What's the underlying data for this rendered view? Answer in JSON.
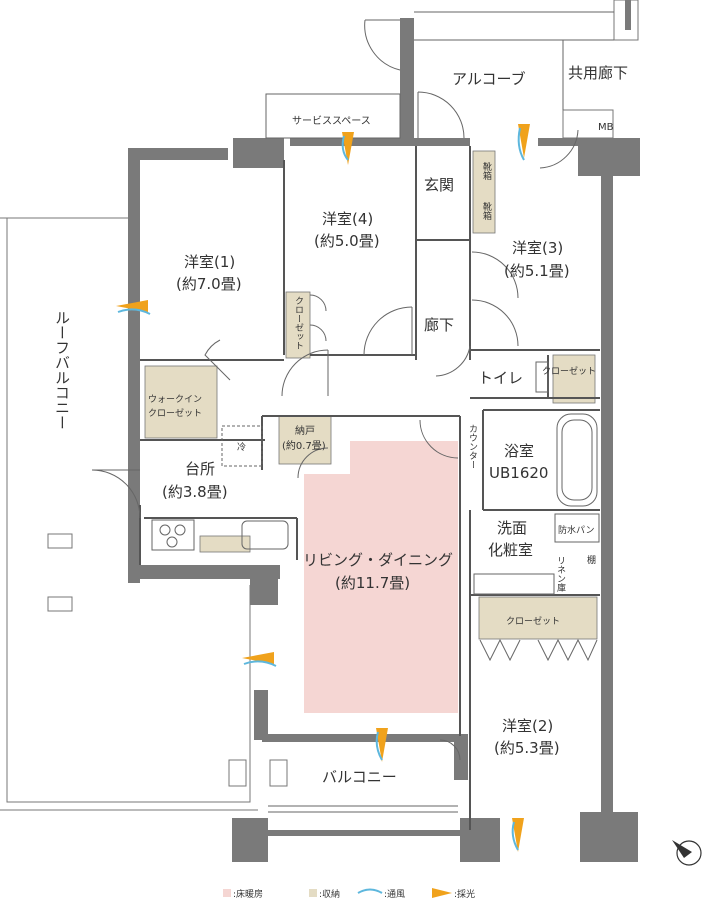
{
  "rooms": {
    "alcove": "アルコーブ",
    "common_corridor": "共用廊下",
    "mb": "MB",
    "service_space": "サービススペース",
    "entrance": "玄関",
    "shoe_box_1": "靴箱",
    "shoe_box_2": "靴箱",
    "western1_name": "洋室(1)",
    "western1_size": "(約7.0畳)",
    "western4_name": "洋室(4)",
    "western4_size": "(約5.0畳)",
    "western3_name": "洋室(3)",
    "western3_size": "(約5.1畳)",
    "western2_name": "洋室(2)",
    "western2_size": "(約5.3畳)",
    "closet_w4": "クローゼット",
    "hallway": "廊下",
    "toilet": "トイレ",
    "closet_toilet": "クローゼット",
    "walkin_line1": "ウォークイン",
    "walkin_line2": "クローゼット",
    "fridge": "冷",
    "storage_name": "納戸",
    "storage_size": "(約0.7畳)",
    "kitchen_name": "台所",
    "kitchen_size": "(約3.8畳)",
    "counter": "カウンター",
    "bath_name": "浴室",
    "bath_size": "UB1620",
    "washroom_line1": "洗面",
    "washroom_line2": "化粧室",
    "waterproof_pan": "防水パン",
    "linen": "リネン庫",
    "shelf": "棚",
    "closet_w2": "クローゼット",
    "living_name": "リビング・ダイニング",
    "living_size": "(約11.7畳)",
    "balcony": "バルコニー",
    "roof_balcony": "ルーフバルコニー"
  },
  "legend": {
    "floor_heating": ":床暖房",
    "storage": ":収納",
    "ventilation": ":通風",
    "daylight": ":採光"
  },
  "colors": {
    "wall": "#7a7a7a",
    "floor_heating": "#f5d6d3",
    "storage": "#e4dcc4",
    "ventilation": "#5db7dd",
    "daylight": "#f0a21c",
    "line": "#555555"
  }
}
